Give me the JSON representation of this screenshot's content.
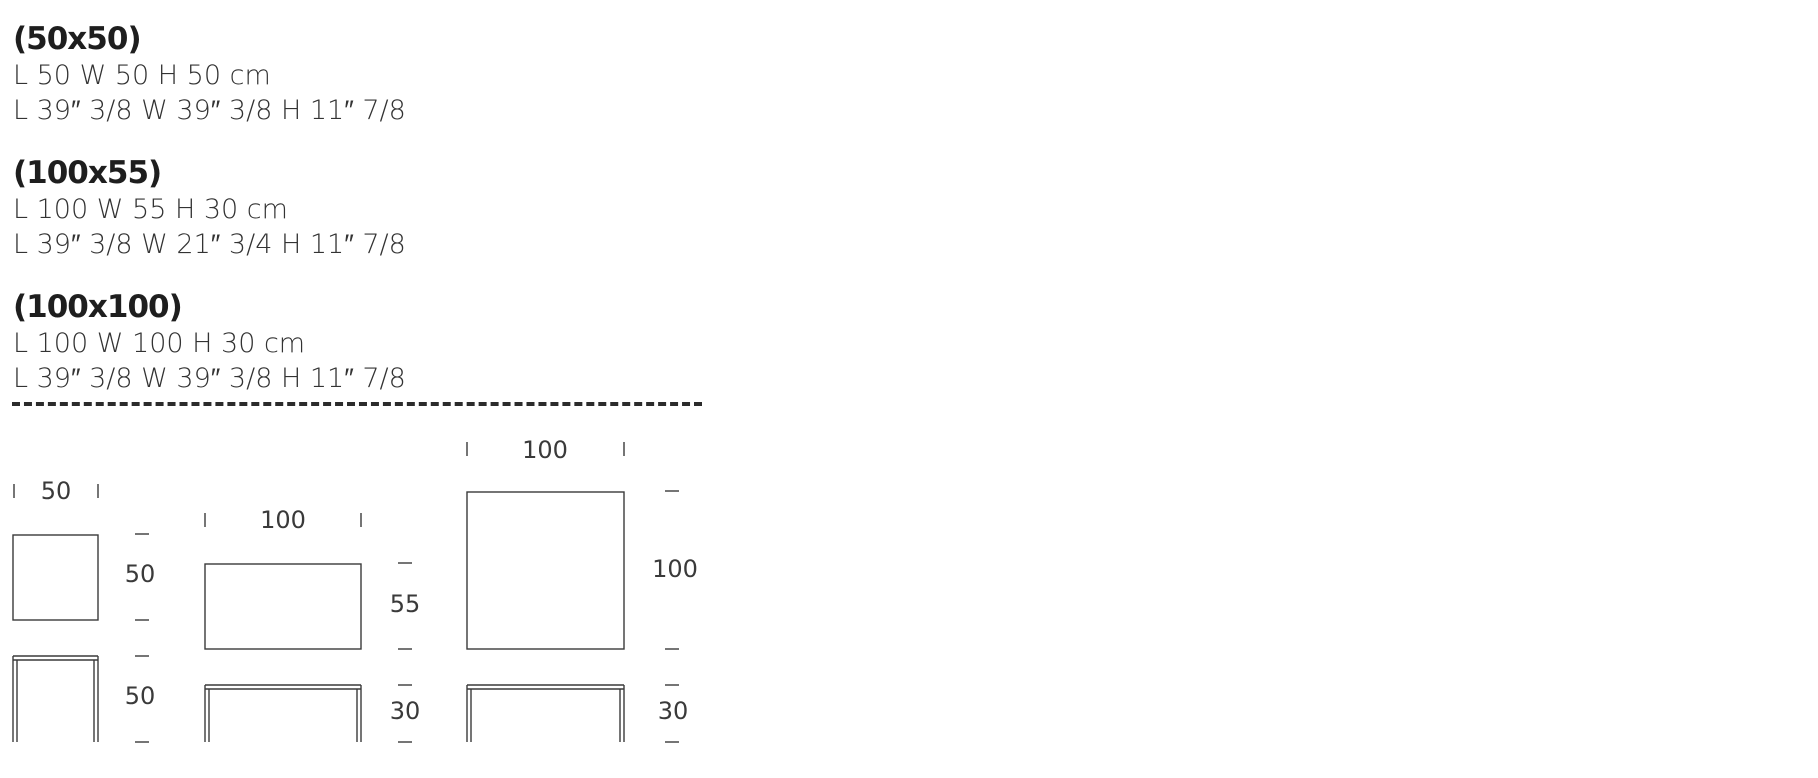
{
  "specs": [
    {
      "title": "(50x50)",
      "metric": "L 50 W 50 H 50 cm",
      "imperial": "L 39″ 3/8 W 39″ 3/8 H 11″ 7/8"
    },
    {
      "title": "(100x55)",
      "metric": "L 100 W 55 H 30 cm",
      "imperial": "L 39″ 3/8 W 21″ 3/4 H 11″ 7/8"
    },
    {
      "title": "(100x100)",
      "metric": "L 100 W 100 H 30 cm",
      "imperial": "L 39″ 3/8 W 39″ 3/8 H 11″ 7/8"
    }
  ],
  "drawings": [
    {
      "width_label": "50",
      "depth_label": "50",
      "height_label": "50"
    },
    {
      "width_label": "100",
      "depth_label": "55",
      "height_label": "30"
    },
    {
      "width_label": "100",
      "depth_label": "100",
      "height_label": "30"
    }
  ]
}
